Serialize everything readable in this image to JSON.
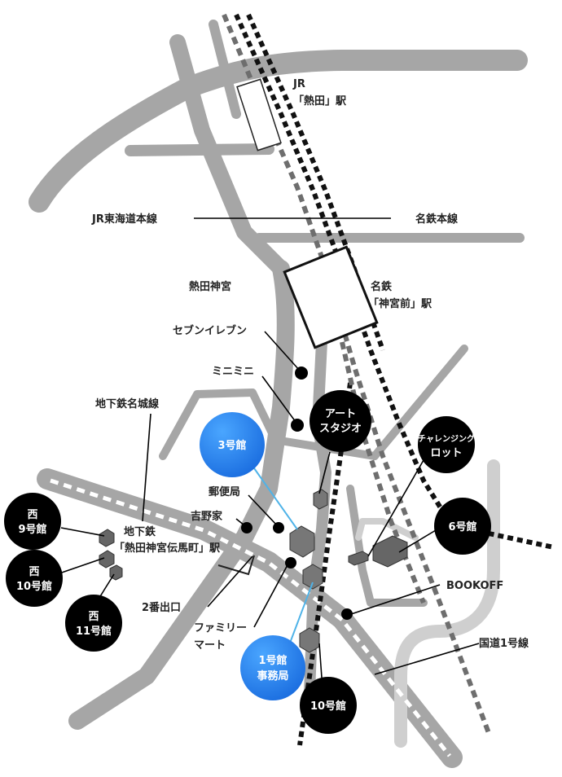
{
  "labels": {
    "jr_line1": "JR",
    "jr_line2": "「熱田」駅",
    "jr_tokaido": "JR東海道本線",
    "meitetsu_main": "名鉄本線",
    "atsuta_jingu": "熱田神宮",
    "meitetsu_line1": "名鉄",
    "meitetsu_line2": "「神宮前」駅",
    "seven_eleven": "セブンイレブン",
    "minimini": "ミニミニ",
    "subway_meijo": "地下鉄名城線",
    "yubinkyoku": "郵便局",
    "yoshinoya": "吉野家",
    "subway_stn_line1": "地下鉄",
    "subway_stn_line2": "「熱田神宮伝馬町」駅",
    "exit2": "2番出口",
    "familymart_line1": "ファミリー",
    "familymart_line2": "マート",
    "bookoff": "BOOKOFF",
    "route1": "国道1号線"
  },
  "markers": {
    "art_studio": [
      "アート",
      "スタジオ"
    ],
    "challenging_lot": [
      "チャレンジング",
      "ロット"
    ],
    "bldg3": "3号館",
    "bldg6": "6号館",
    "west9": [
      "西",
      "9号館"
    ],
    "west10": [
      "西",
      "10号館"
    ],
    "west11": [
      "西",
      "11号館"
    ],
    "bldg1": [
      "1号館",
      "事務局"
    ],
    "bldg10": "10号館"
  },
  "colors": {
    "road": "#a6a6a6",
    "road_light": "#cfcfcf",
    "rail_dark": "#111111",
    "rail_gray": "#6e6e6e",
    "marker_black": "#000000",
    "marker_blue": "#1b6ee0",
    "callout": "#000000",
    "callout_blue": "#4fb3e8"
  }
}
